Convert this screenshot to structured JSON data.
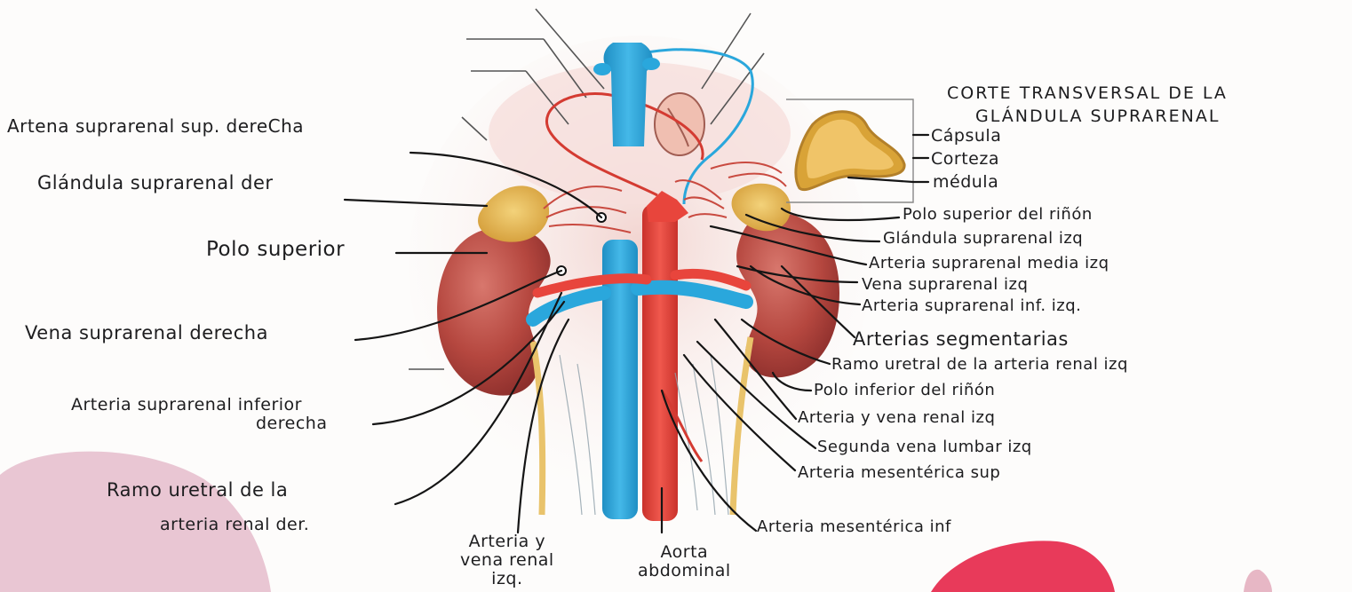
{
  "labels": {
    "left": {
      "art_sup_sup_der": "Artena suprarenal sup. dereCha",
      "glandula_der": "Glándula suprarenal der",
      "polo_superior": "Polo superior",
      "vena_supra_der": "Vena suprarenal derecha",
      "art_supra_inf_der_1": "Arteria suprarenal inferior",
      "art_supra_inf_der_2": "derecha",
      "ramo_ureteral_der_1": "Ramo uretral de la",
      "ramo_ureteral_der_2": "arteria renal der."
    },
    "bottom": {
      "arteria_vena_renal_izq": "Arteria y\nvena renal\nizq.",
      "aorta_abdominal": "Aorta\nabdominal"
    },
    "right": {
      "polo_sup_rinon": "Polo superior del riñón",
      "glandula_izq": "Glándula suprarenal izq",
      "art_supra_media_izq": "Arteria suprarenal media izq",
      "vena_supra_izq": "Vena suprarenal izq",
      "art_supra_inf_izq": "Arteria suprarenal inf. izq.",
      "arterias_segmentarias": "Arterias segmentarias",
      "ramo_ureteral_izq": "Ramo uretral de la arteria renal izq",
      "polo_inf_rinon": "Polo inferior del riñón",
      "arteria_vena_renal_izq": "Arteria y vena renal izq",
      "segunda_vena_lumbar": "Segunda vena lumbar izq",
      "art_mesenterica_sup": "Arteria mesentérica sup",
      "art_mesenterica_inf": "Arteria mesentérica inf"
    },
    "inset": {
      "title_1": "CORTE TRANSVERSAL DE LA",
      "title_2": "GLÁNDULA SUPRARENAL",
      "capsula": "Cápsula",
      "corteza": "Corteza",
      "medula": "médula"
    }
  },
  "colors": {
    "vein": "#2aa7dc",
    "artery": "#e8453c",
    "kidney": "#b5473f",
    "gland": "#e3b24a",
    "ink": "#1d1d1f",
    "pink_blob": "#e9c6d3",
    "red_blob": "#e83a5a"
  }
}
